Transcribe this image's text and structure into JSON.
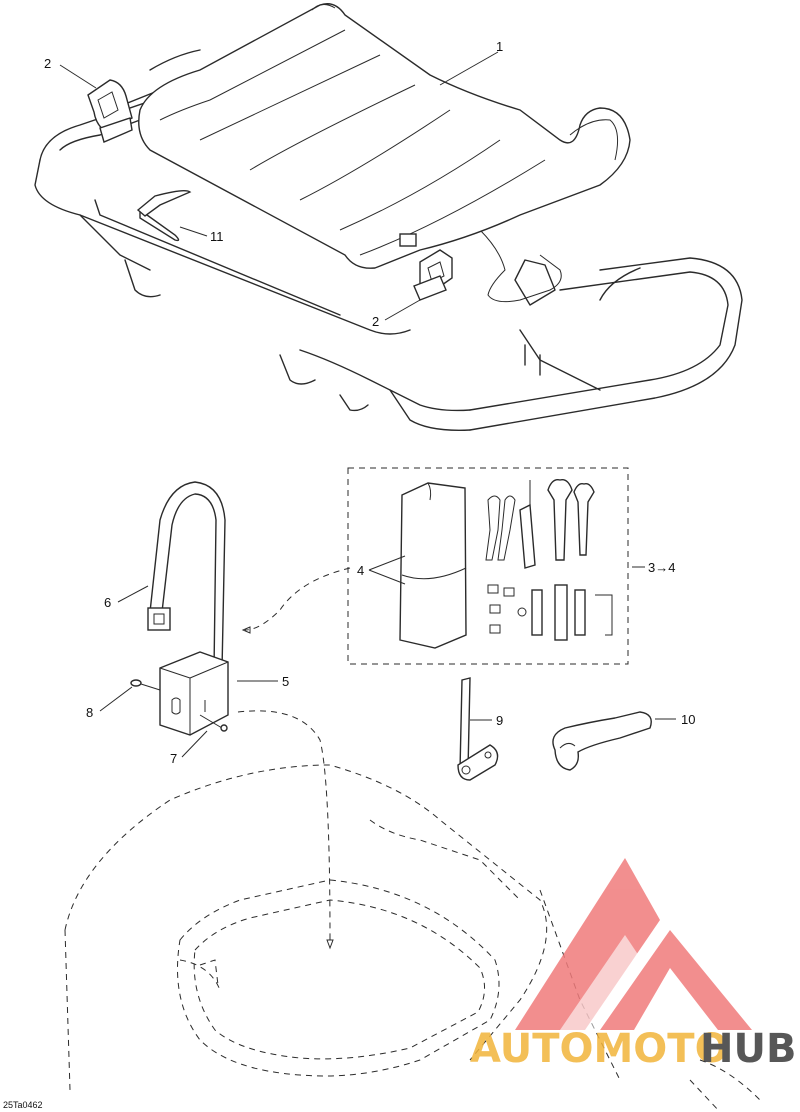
{
  "callouts": {
    "c1": "1",
    "c2a": "2",
    "c2b": "2",
    "c3to4": "3→4",
    "c4": "4",
    "c5": "5",
    "c6": "6",
    "c7": "7",
    "c8": "8",
    "c9": "9",
    "c10": "10",
    "c11": "11"
  },
  "drawing_code": "25Ta0462",
  "watermark": {
    "left_text": "AUTOMOTO",
    "right_text": "HUB",
    "colors": {
      "logo": "#f07b7b",
      "auto": "#f2b43a",
      "hub": "#3a3a3a"
    }
  }
}
